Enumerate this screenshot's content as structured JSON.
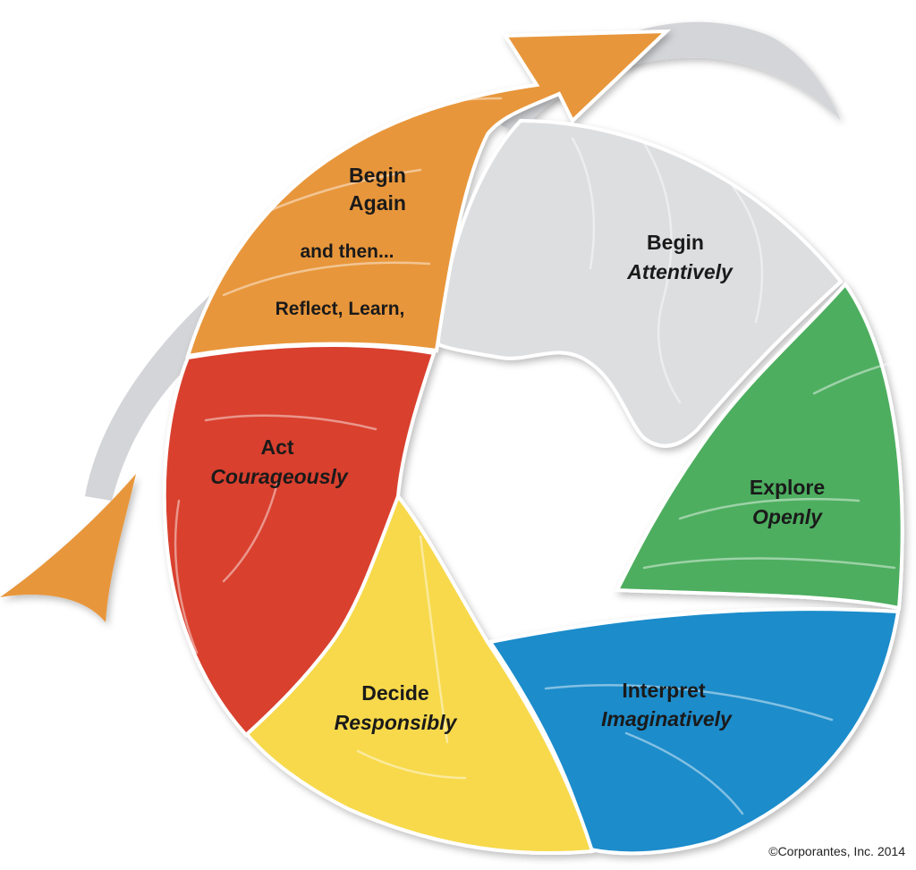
{
  "segments": {
    "begin_again": {
      "line1": "Begin",
      "line2": "Again",
      "line3": "and then...",
      "line4": "Reflect, Learn,",
      "color": "#E8963B"
    },
    "begin_attentively": {
      "verb": "Begin",
      "adverb": "Attentively",
      "color": "#DDDEE0"
    },
    "explore_openly": {
      "verb": "Explore",
      "adverb": "Openly",
      "color": "#4DAE5E"
    },
    "interpret_imaginatively": {
      "verb": "Interpret",
      "adverb": "Imaginatively",
      "color": "#1A8CCB"
    },
    "decide_responsibly": {
      "verb": "Decide",
      "adverb": "Responsibly",
      "color": "#F7D94B"
    },
    "act_courageously": {
      "verb": "Act",
      "adverb": "Courageously",
      "color": "#D9402F"
    }
  },
  "tails": {
    "left_arrow_color": "#E8963B",
    "ribbon_color": "#D4D5D8"
  },
  "copyright": "©Corporantes, Inc. 2014"
}
